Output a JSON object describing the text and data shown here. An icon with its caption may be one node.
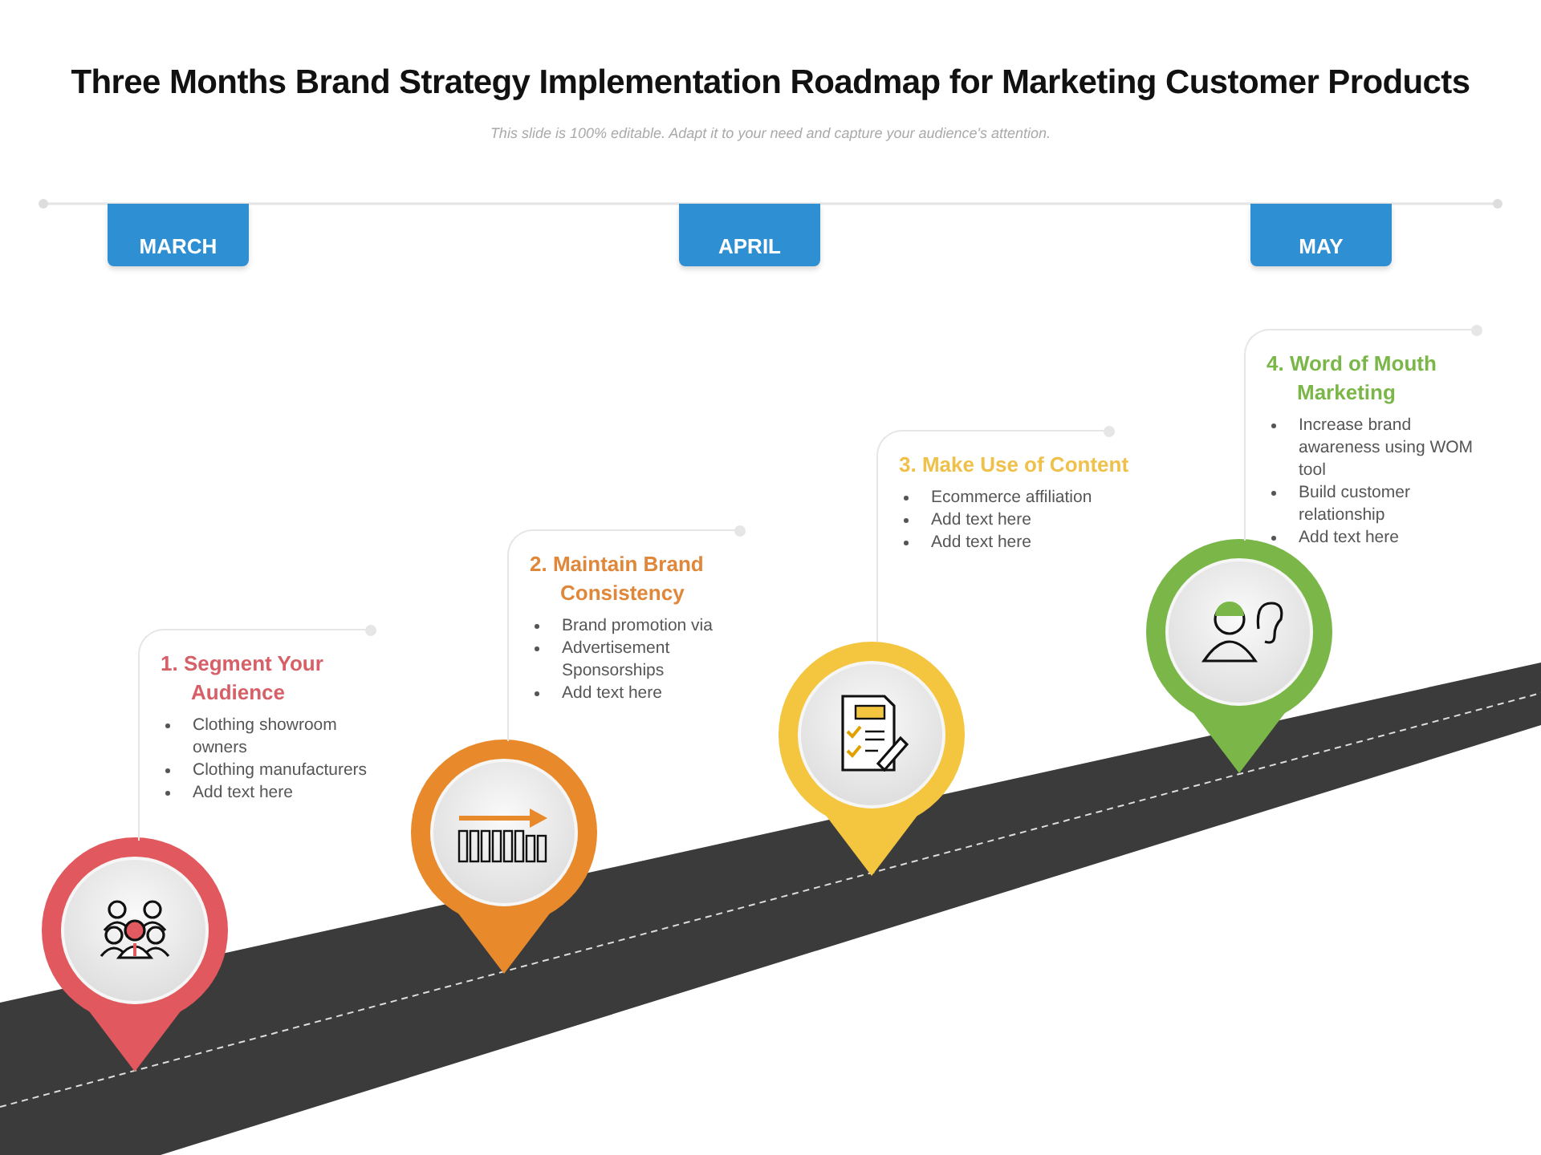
{
  "diagram": {
    "title": "Three Months Brand Strategy Implementation Roadmap for Marketing Customer Products",
    "nodes": [
      {
        "text": [
          "MARCH"
        ]
      },
      {
        "text": [
          "APRIL"
        ]
      },
      {
        "text": [
          "MAY"
        ]
      },
      {
        "text": [
          "1. Segment Your Audience",
          "Clothing showroom owners",
          "Clothing manufacturers",
          "Add text here"
        ]
      },
      {
        "text": [
          "2. Maintain Brand Consistency",
          "Brand promotion via",
          "Advertisement Sponsorships",
          "Add text here"
        ]
      },
      {
        "text": [
          "3. Make Use of Content",
          "Ecommerce affiliation",
          "Add text here",
          "Add text here"
        ]
      },
      {
        "text": [
          "4. Word of Mouth Marketing",
          "Increase brand awareness using WOM tool",
          "Build customer relationship",
          "Add text here"
        ]
      }
    ],
    "edges": [],
    "labels": [
      "This slide is 100% editable. Adapt it to your need and capture your audience's attention."
    ]
  }
}
